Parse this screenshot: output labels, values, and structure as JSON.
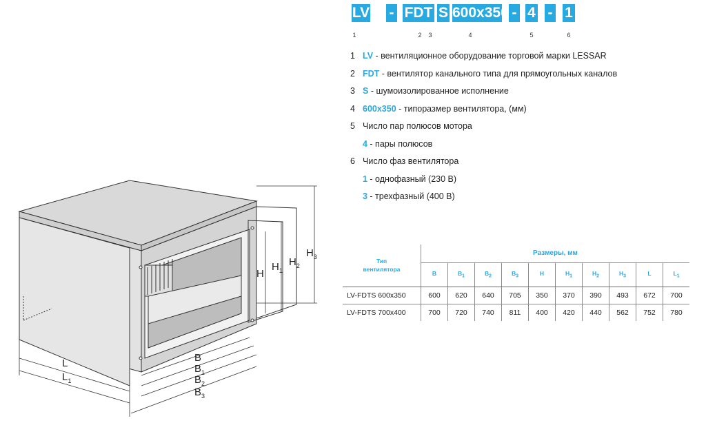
{
  "code": {
    "boxes": [
      "LV",
      "-",
      "FDT",
      "S",
      "600x350",
      "-",
      "4",
      "-",
      "1"
    ],
    "numbers": [
      "1",
      "2",
      "3",
      "4",
      "5",
      "6"
    ]
  },
  "legend": [
    {
      "num": "1",
      "key": "LV",
      "text": " - вентиляционное оборудование торговой марки LESSAR"
    },
    {
      "num": "2",
      "key": "FDT",
      "text": " - вентилятор канального типа для прямоугольных каналов"
    },
    {
      "num": "3",
      "key": "S",
      "text": " - шумоизолированное исполнение"
    },
    {
      "num": "4",
      "key": "600x350",
      "text": " - типоразмер вентилятора, (мм)"
    },
    {
      "num": "5",
      "key": "",
      "text": "Число пар полюсов мотора"
    },
    {
      "num": "",
      "key": "4",
      "text": " - пары полюсов"
    },
    {
      "num": "6",
      "key": "",
      "text": "Число фаз вентилятора"
    },
    {
      "num": "",
      "key": "1",
      "text": " - однофазный (230 В)"
    },
    {
      "num": "",
      "key": "3",
      "text": " - трехфазный (400 В)"
    }
  ],
  "table": {
    "type_header_1": "Тип",
    "type_header_2": "вентилятора",
    "group_header": "Размеры, мм",
    "columns": [
      {
        "base": "B",
        "sub": ""
      },
      {
        "base": "B",
        "sub": "1"
      },
      {
        "base": "B",
        "sub": "2"
      },
      {
        "base": "B",
        "sub": "3"
      },
      {
        "base": "H",
        "sub": ""
      },
      {
        "base": "H",
        "sub": "1"
      },
      {
        "base": "H",
        "sub": "2"
      },
      {
        "base": "H",
        "sub": "3"
      },
      {
        "base": "L",
        "sub": ""
      },
      {
        "base": "L",
        "sub": "1"
      }
    ],
    "rows": [
      {
        "model": "LV-FDTS 600x350",
        "values": [
          "600",
          "620",
          "640",
          "705",
          "350",
          "370",
          "390",
          "493",
          "672",
          "700"
        ]
      },
      {
        "model": "LV-FDTS 700x400",
        "values": [
          "700",
          "720",
          "740",
          "811",
          "400",
          "420",
          "440",
          "562",
          "752",
          "780"
        ]
      }
    ]
  },
  "drawing_labels": {
    "H": "H",
    "H1": "H",
    "H1_sub": "1",
    "H2": "H",
    "H2_sub": "2",
    "H3": "H",
    "H3_sub": "3",
    "B": "B",
    "B1": "B",
    "B1_sub": "1",
    "B2": "B",
    "B2_sub": "2",
    "B3": "B",
    "B3_sub": "3",
    "L": "L",
    "L1": "L",
    "L1_sub": "1"
  }
}
